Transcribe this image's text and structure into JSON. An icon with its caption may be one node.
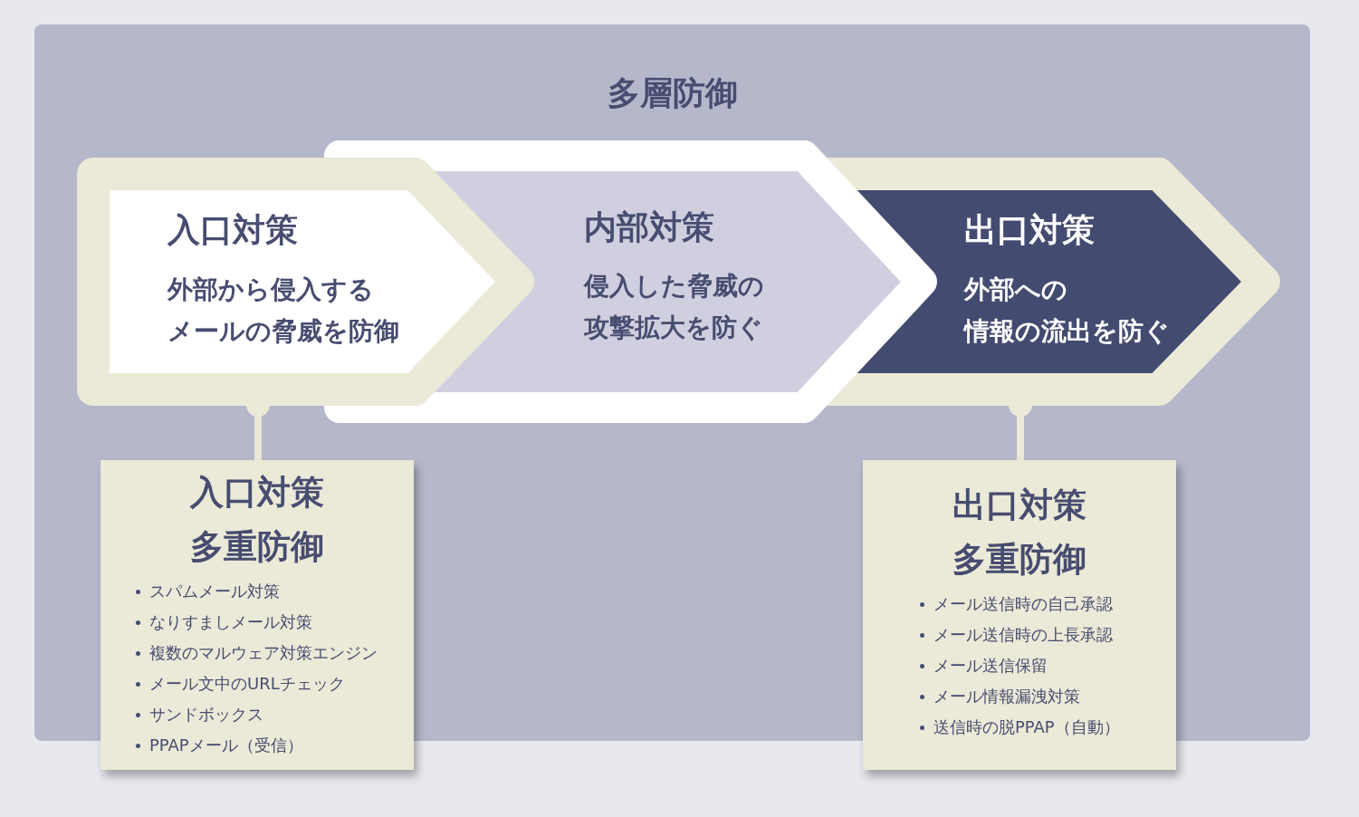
{
  "diagram": {
    "nodes": [
      {
        "text": [
          "多層防御"
        ]
      },
      {
        "text": [
          "入口対策",
          "外部から侵入するメールの脅威を防御"
        ],
        "in": 0
      },
      {
        "text": [
          "内部対策",
          "侵入した脅威の攻撃拡大を防ぐ"
        ],
        "in": 0
      },
      {
        "text": [
          "出口対策",
          "外部への情報の流出を防ぐ"
        ],
        "in": 0
      },
      {
        "text": [
          "入口対策多重防御",
          "スパムメール対策",
          "なりすましメール対策",
          "複数のマルウェア対策エンジン",
          "メール文中のURLチェック",
          "サンドボックス",
          "PPAPメール（受信）"
        ]
      },
      {
        "text": [
          "出口対策多重防御",
          "メール送信時の自己承認",
          "メール送信時の上長承認",
          "メール送信保留",
          "メール情報漏洩対策",
          "送信時の脱PPAP（自動）"
        ]
      }
    ],
    "edges": [
      {
        "from": 1,
        "to": 4,
        "arrow": "other"
      },
      {
        "from": 3,
        "to": 5,
        "arrow": "other"
      }
    ]
  }
}
